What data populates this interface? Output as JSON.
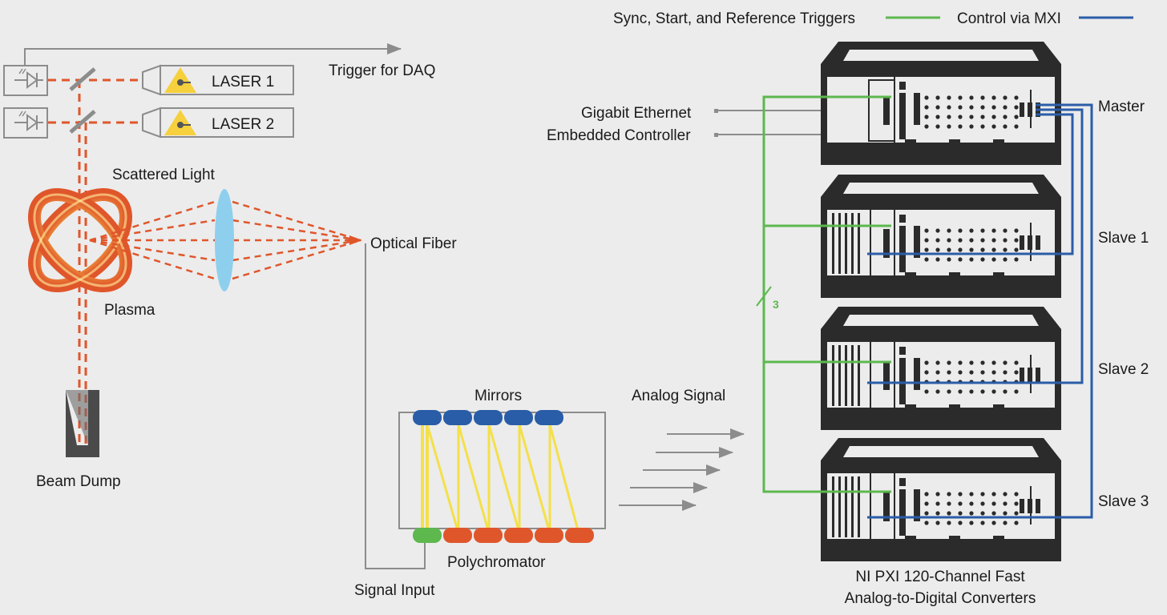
{
  "legend": {
    "triggers_label": "Sync, Start, and Reference Triggers",
    "control_label": "Control via MXI"
  },
  "colors": {
    "background": "#ececec",
    "laser_beam": "#e0562b",
    "trigger_line": "#5db84e",
    "control_line": "#2a5da8",
    "chassis": "#2b2b2b",
    "mirror": "#2a5da8",
    "detector": "#e0562b",
    "signal_input": "#5db84e",
    "light_path": "#f4e04a",
    "lens": "#8ecfee",
    "arrow_gray": "#8c8c8c"
  },
  "lasers": [
    {
      "label": "LASER 1"
    },
    {
      "label": "LASER 2"
    }
  ],
  "labels": {
    "trigger_daq": "Trigger for DAQ",
    "scattered_light": "Scattered Light",
    "plasma": "Plasma",
    "optical_fiber": "Optical Fiber",
    "beam_dump": "Beam  Dump",
    "mirrors": "Mirrors",
    "polychromator": "Polychromator",
    "signal_input": "Signal Input",
    "analog_signal": "Analog Signal",
    "gigabit_ethernet": "Gigabit Ethernet",
    "embedded_controller": "Embedded Controller",
    "bus_count": "3",
    "caption_line1": "NI PXI 120-Channel Fast",
    "caption_line2": "Analog-to-Digital Converters"
  },
  "chassis": [
    {
      "label": "Master"
    },
    {
      "label": "Slave 1"
    },
    {
      "label": "Slave 2"
    },
    {
      "label": "Slave 3"
    }
  ]
}
